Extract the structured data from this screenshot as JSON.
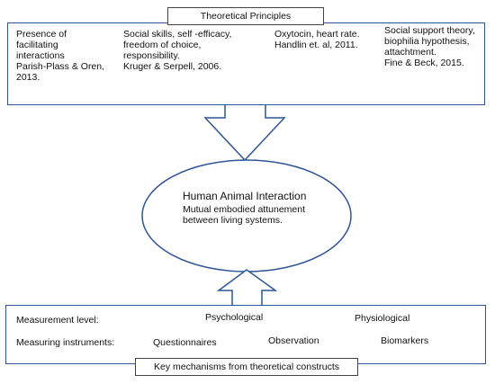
{
  "top": {
    "header": "Theoretical Principles",
    "columns": [
      "Presence of\nfacilitating\ninteractions\nParish-Plass & Oren,\n2013.",
      "Social skills, self -efficacy,\nfreedom of choice,\nresponsibility.\nKruger & Serpell, 2006.",
      "Oxytocin, heart rate.\nHandlin et. al, 2011.",
      "Social support theory,\nbiophilia hypothesis,\nattachtment.\nFine & Beck, 2015."
    ]
  },
  "center": {
    "title": "Human Animal Interaction",
    "subtitle": "Mutual embodied attunement\nbetween living systems."
  },
  "bottom": {
    "measurement_label": "Measurement level:",
    "psychological": "Psychological",
    "physiological": "Physiological",
    "instruments_label": "Measuring instruments:",
    "questionnaires": "Questionnaires",
    "observation": "Observation",
    "biomarkers": "Biomarkers",
    "footer": "Key mechanisms from theoretical constructs"
  },
  "colors": {
    "outline": "#2f5597",
    "text": "#111111"
  }
}
